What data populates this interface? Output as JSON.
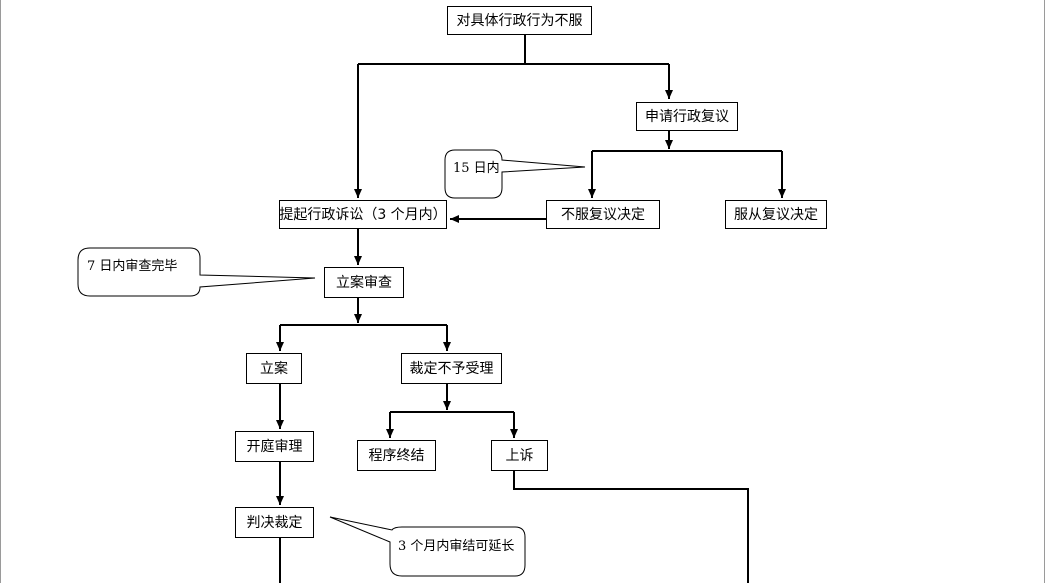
{
  "boxes": {
    "start": "对具体行政行为不服",
    "apply_review": "申请行政复议",
    "file_suit": "提起行政诉讼（3 个月内）",
    "disagree_review": "不服复议决定",
    "accept_review": "服从复议决定",
    "filing_review": "立案审查",
    "filed": "立案",
    "rejected": "裁定不予受理",
    "trial": "开庭审理",
    "procedure_end": "程序终结",
    "appeal": "上诉",
    "judgment": "判决裁定"
  },
  "callouts": {
    "fifteen_days": "15 日内",
    "seven_days": "7 日内审查完毕",
    "three_months": "3 个月内审结可延长"
  }
}
